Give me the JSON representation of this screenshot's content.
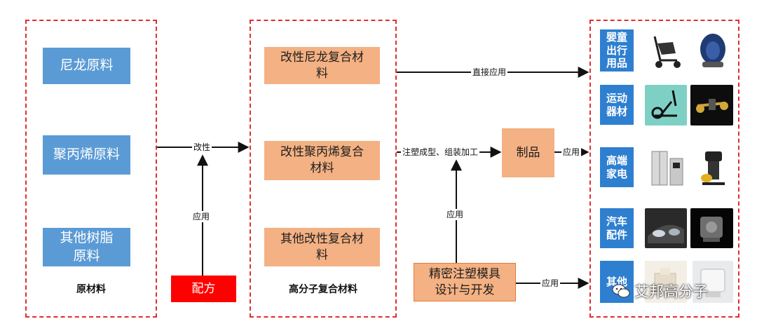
{
  "raw_materials": {
    "caption": "原材料",
    "items": [
      "尼龙原料",
      "聚丙烯原料",
      "其他树脂\n原料"
    ]
  },
  "formula": {
    "label": "配方"
  },
  "composites": {
    "caption": "高分子复合材料",
    "items": [
      "改性尼龙复合材\n料",
      "改性聚丙烯复合\n材料",
      "其他改性复合材\n料"
    ]
  },
  "product": {
    "label": "制品"
  },
  "mold": {
    "label": "精密注塑模具\n设计与开发"
  },
  "flow_labels": {
    "modify": "改性",
    "apply_formula": "应用",
    "direct": "直接应用",
    "molding": "注塑成型、组装加工",
    "apply_mold_up": "应用",
    "apply_product": "应用",
    "apply_mold_right": "应用"
  },
  "applications": [
    {
      "label": "婴童\n出行\n用品",
      "thumbs": [
        "stroller-image",
        "child-seat-image"
      ]
    },
    {
      "label": "运动\n器材",
      "thumbs": [
        "elliptical-trainer-image",
        "exercise-equipment-image"
      ]
    },
    {
      "label": "高端\n家电",
      "thumbs": [
        "refrigerator-image",
        "coffee-machine-image"
      ]
    },
    {
      "label": "汽车\n配件",
      "thumbs": [
        "car-headlight-image",
        "engine-part-image"
      ]
    },
    {
      "label": "其他",
      "thumbs": [
        "other-product-image",
        "other-product-image-2"
      ]
    }
  ],
  "watermark": {
    "text": "艾邦高分子",
    "icon": "wechat-icon"
  },
  "colors": {
    "frame": "#e32d2d",
    "raw": "#5b9bd5",
    "composite": "#f4b183",
    "formula": "#ff0000",
    "category": "#2e7fd0"
  }
}
